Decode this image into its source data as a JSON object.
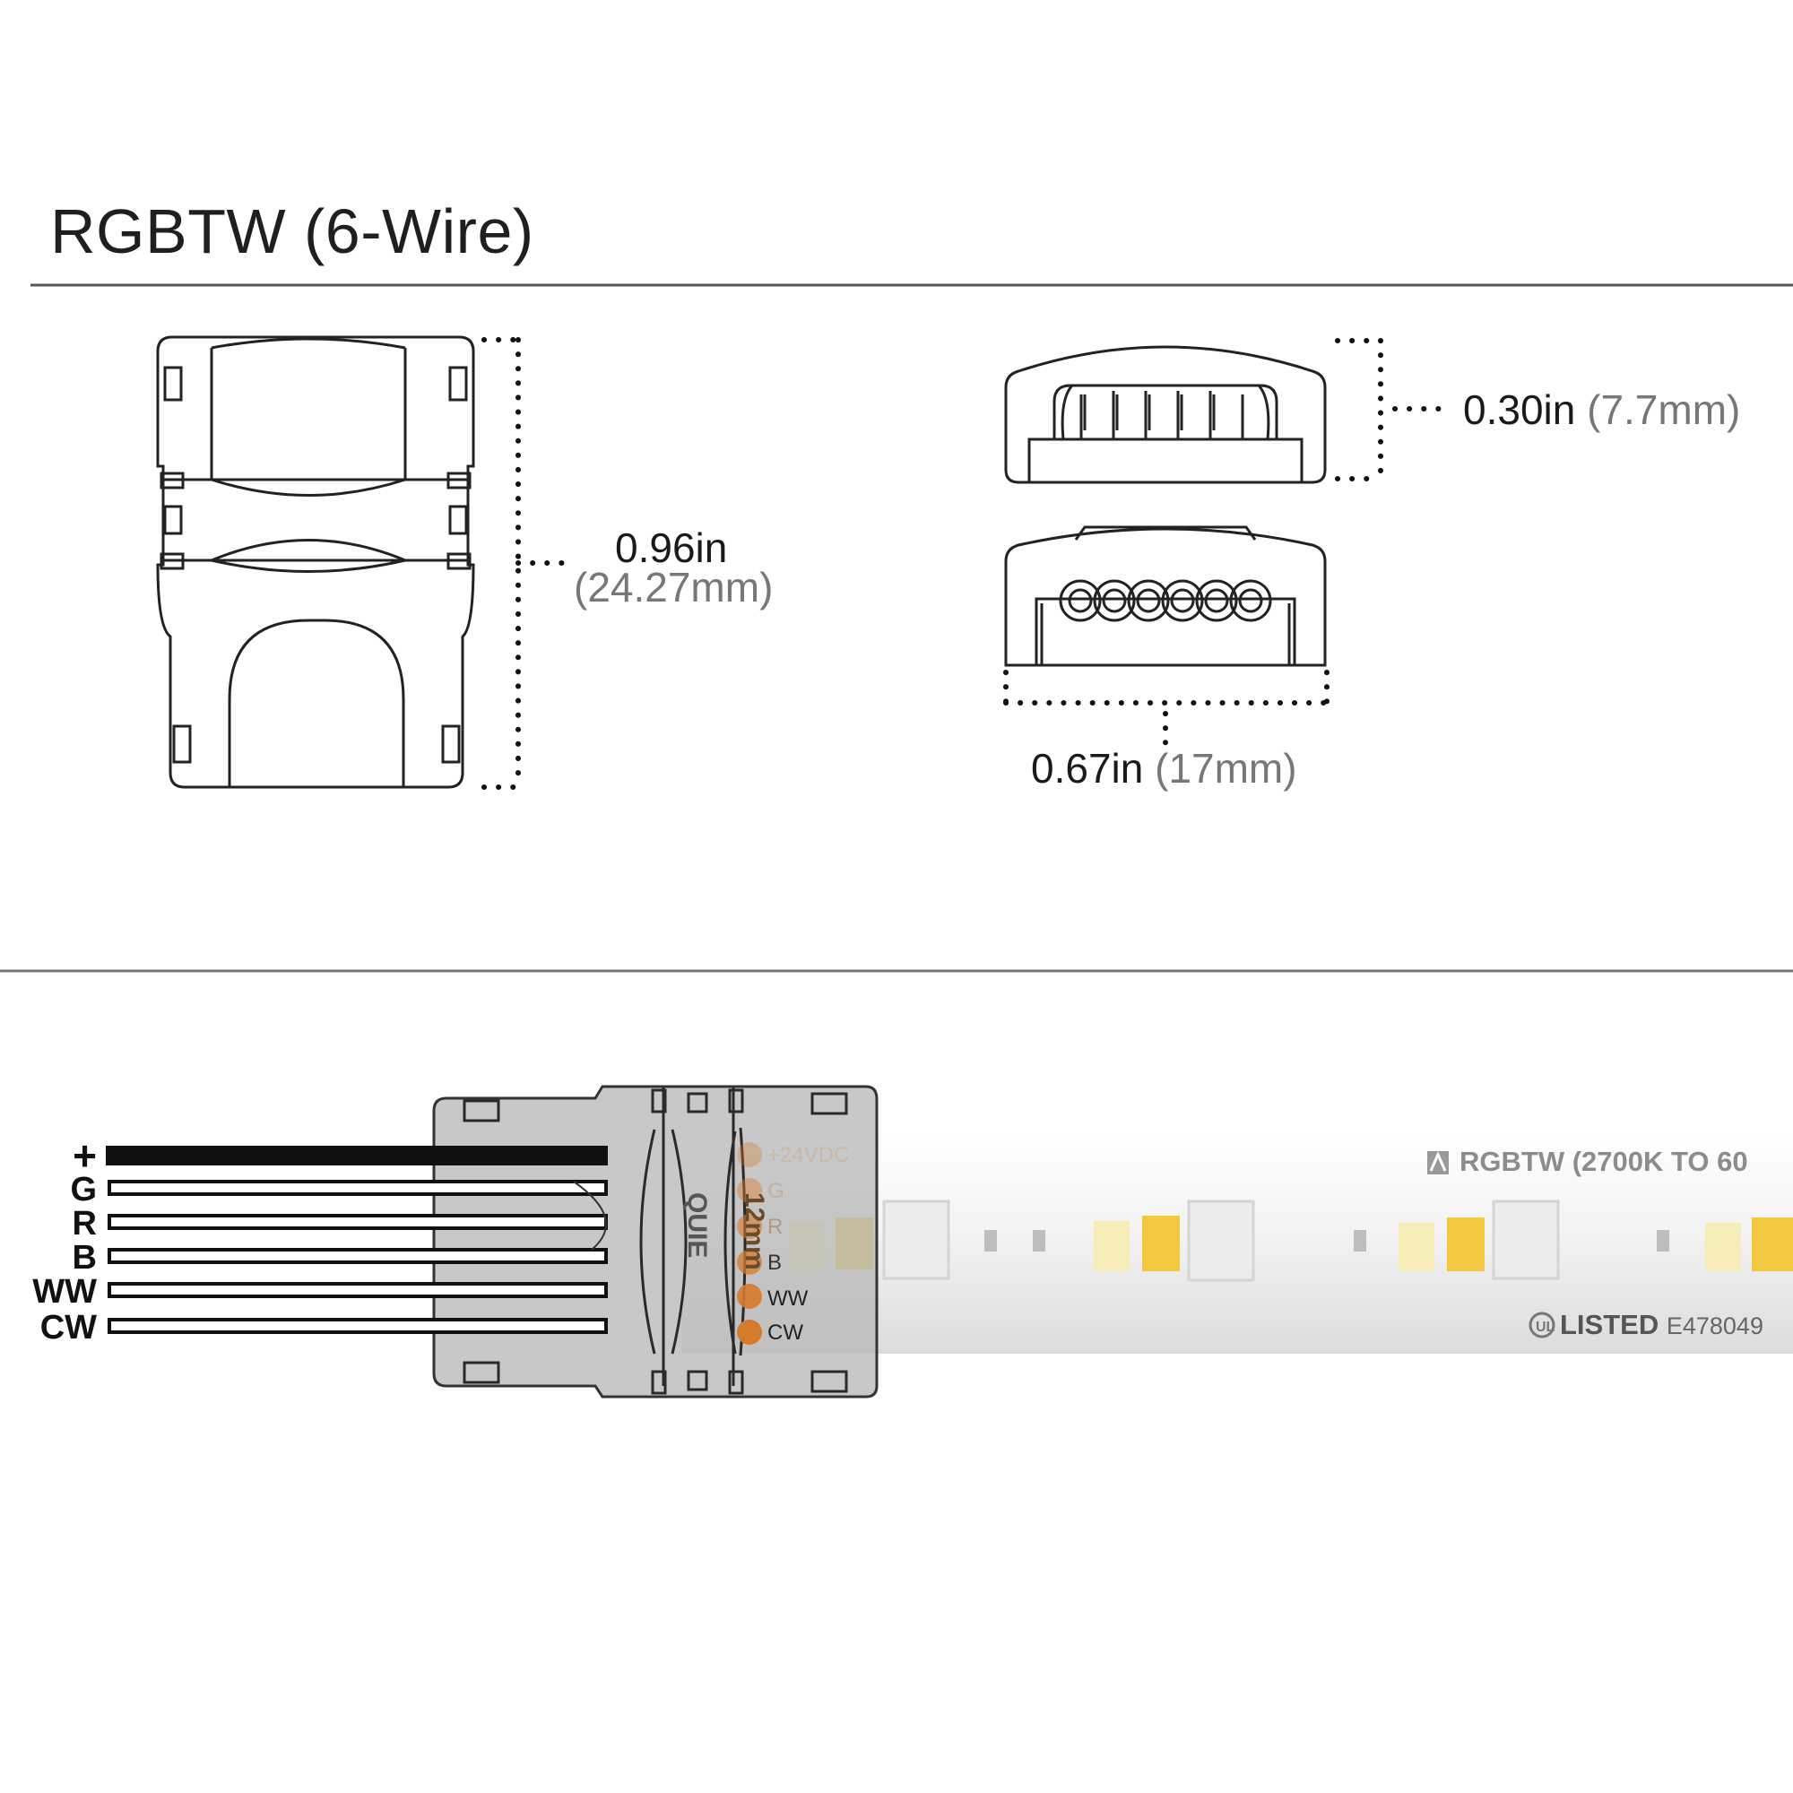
{
  "title": "RGBTW (6-Wire)",
  "dimensions": {
    "height": {
      "imperial": "0.96in",
      "metric": "(24.27mm)"
    },
    "thickness": {
      "imperial": "0.30in",
      "metric": "(7.7mm)"
    },
    "width": {
      "imperial": "0.67in",
      "metric": "(17mm)"
    }
  },
  "wires": [
    "+",
    "G",
    "R",
    "B",
    "WW",
    "CW"
  ],
  "connector_labels": [
    "+24VDC",
    "G",
    "R",
    "B",
    "WW",
    "CW"
  ],
  "connector_marks": {
    "brand": "QUIE",
    "size": "12mm"
  },
  "strip": {
    "product_label": "RGBTW (2700K TO 60",
    "listing": "LISTED",
    "listing_number": "E478049"
  }
}
